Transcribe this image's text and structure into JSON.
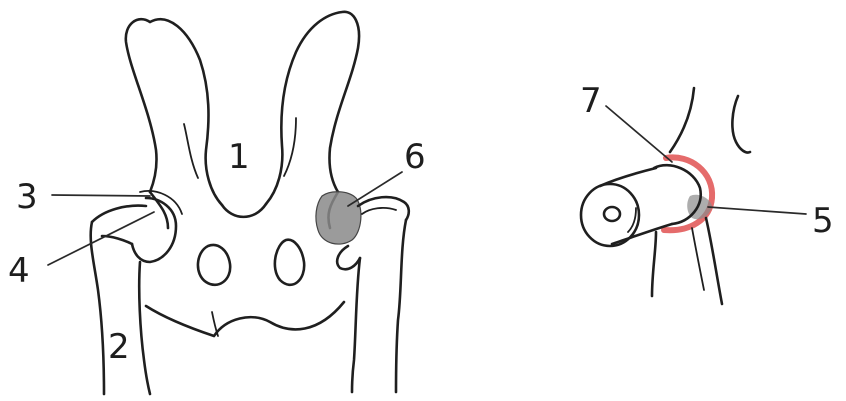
{
  "labels": {
    "l1": "1",
    "l2": "2",
    "l3": "3",
    "l4": "4",
    "l5": "5",
    "l6": "6",
    "l7": "7"
  },
  "colors": {
    "ink": "#1f1f1f",
    "cartilage_red": "#e56b6b",
    "shading_gray": "#8a8a8a",
    "background": "#ffffff"
  }
}
